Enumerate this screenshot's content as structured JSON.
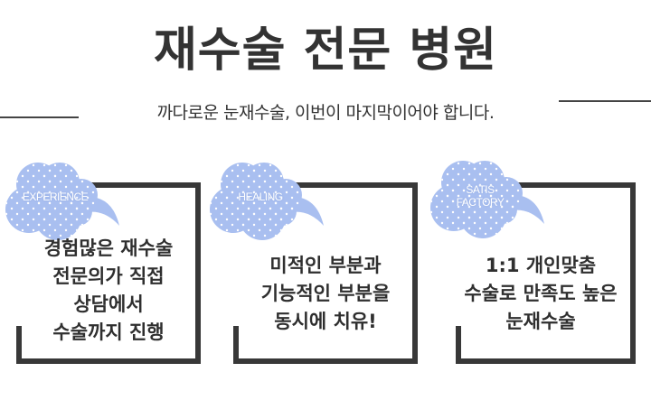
{
  "header": {
    "title": "재수술 전문 병원",
    "subtitle": "까다로운 눈재수술, 이번이 마지막이어야 합니다."
  },
  "colors": {
    "text": "#333333",
    "frame": "#383838",
    "cloud": "#a9bff0",
    "cloud_dot": "#ffffff"
  },
  "cards": [
    {
      "badge": "EXPERIENCE",
      "lines": [
        "경험많은 재수술",
        "전문의가 직접",
        "상담에서",
        "수술까지 진행"
      ]
    },
    {
      "badge": "HEALING",
      "lines": [
        "미적인 부분과",
        "기능적인 부분을",
        "동시에 치유!"
      ]
    },
    {
      "badge_lines": [
        "SATIS",
        "FACTORY"
      ],
      "lines": [
        "1:1 개인맞춤",
        "수술로 만족도 높은",
        "눈재수술"
      ]
    }
  ]
}
